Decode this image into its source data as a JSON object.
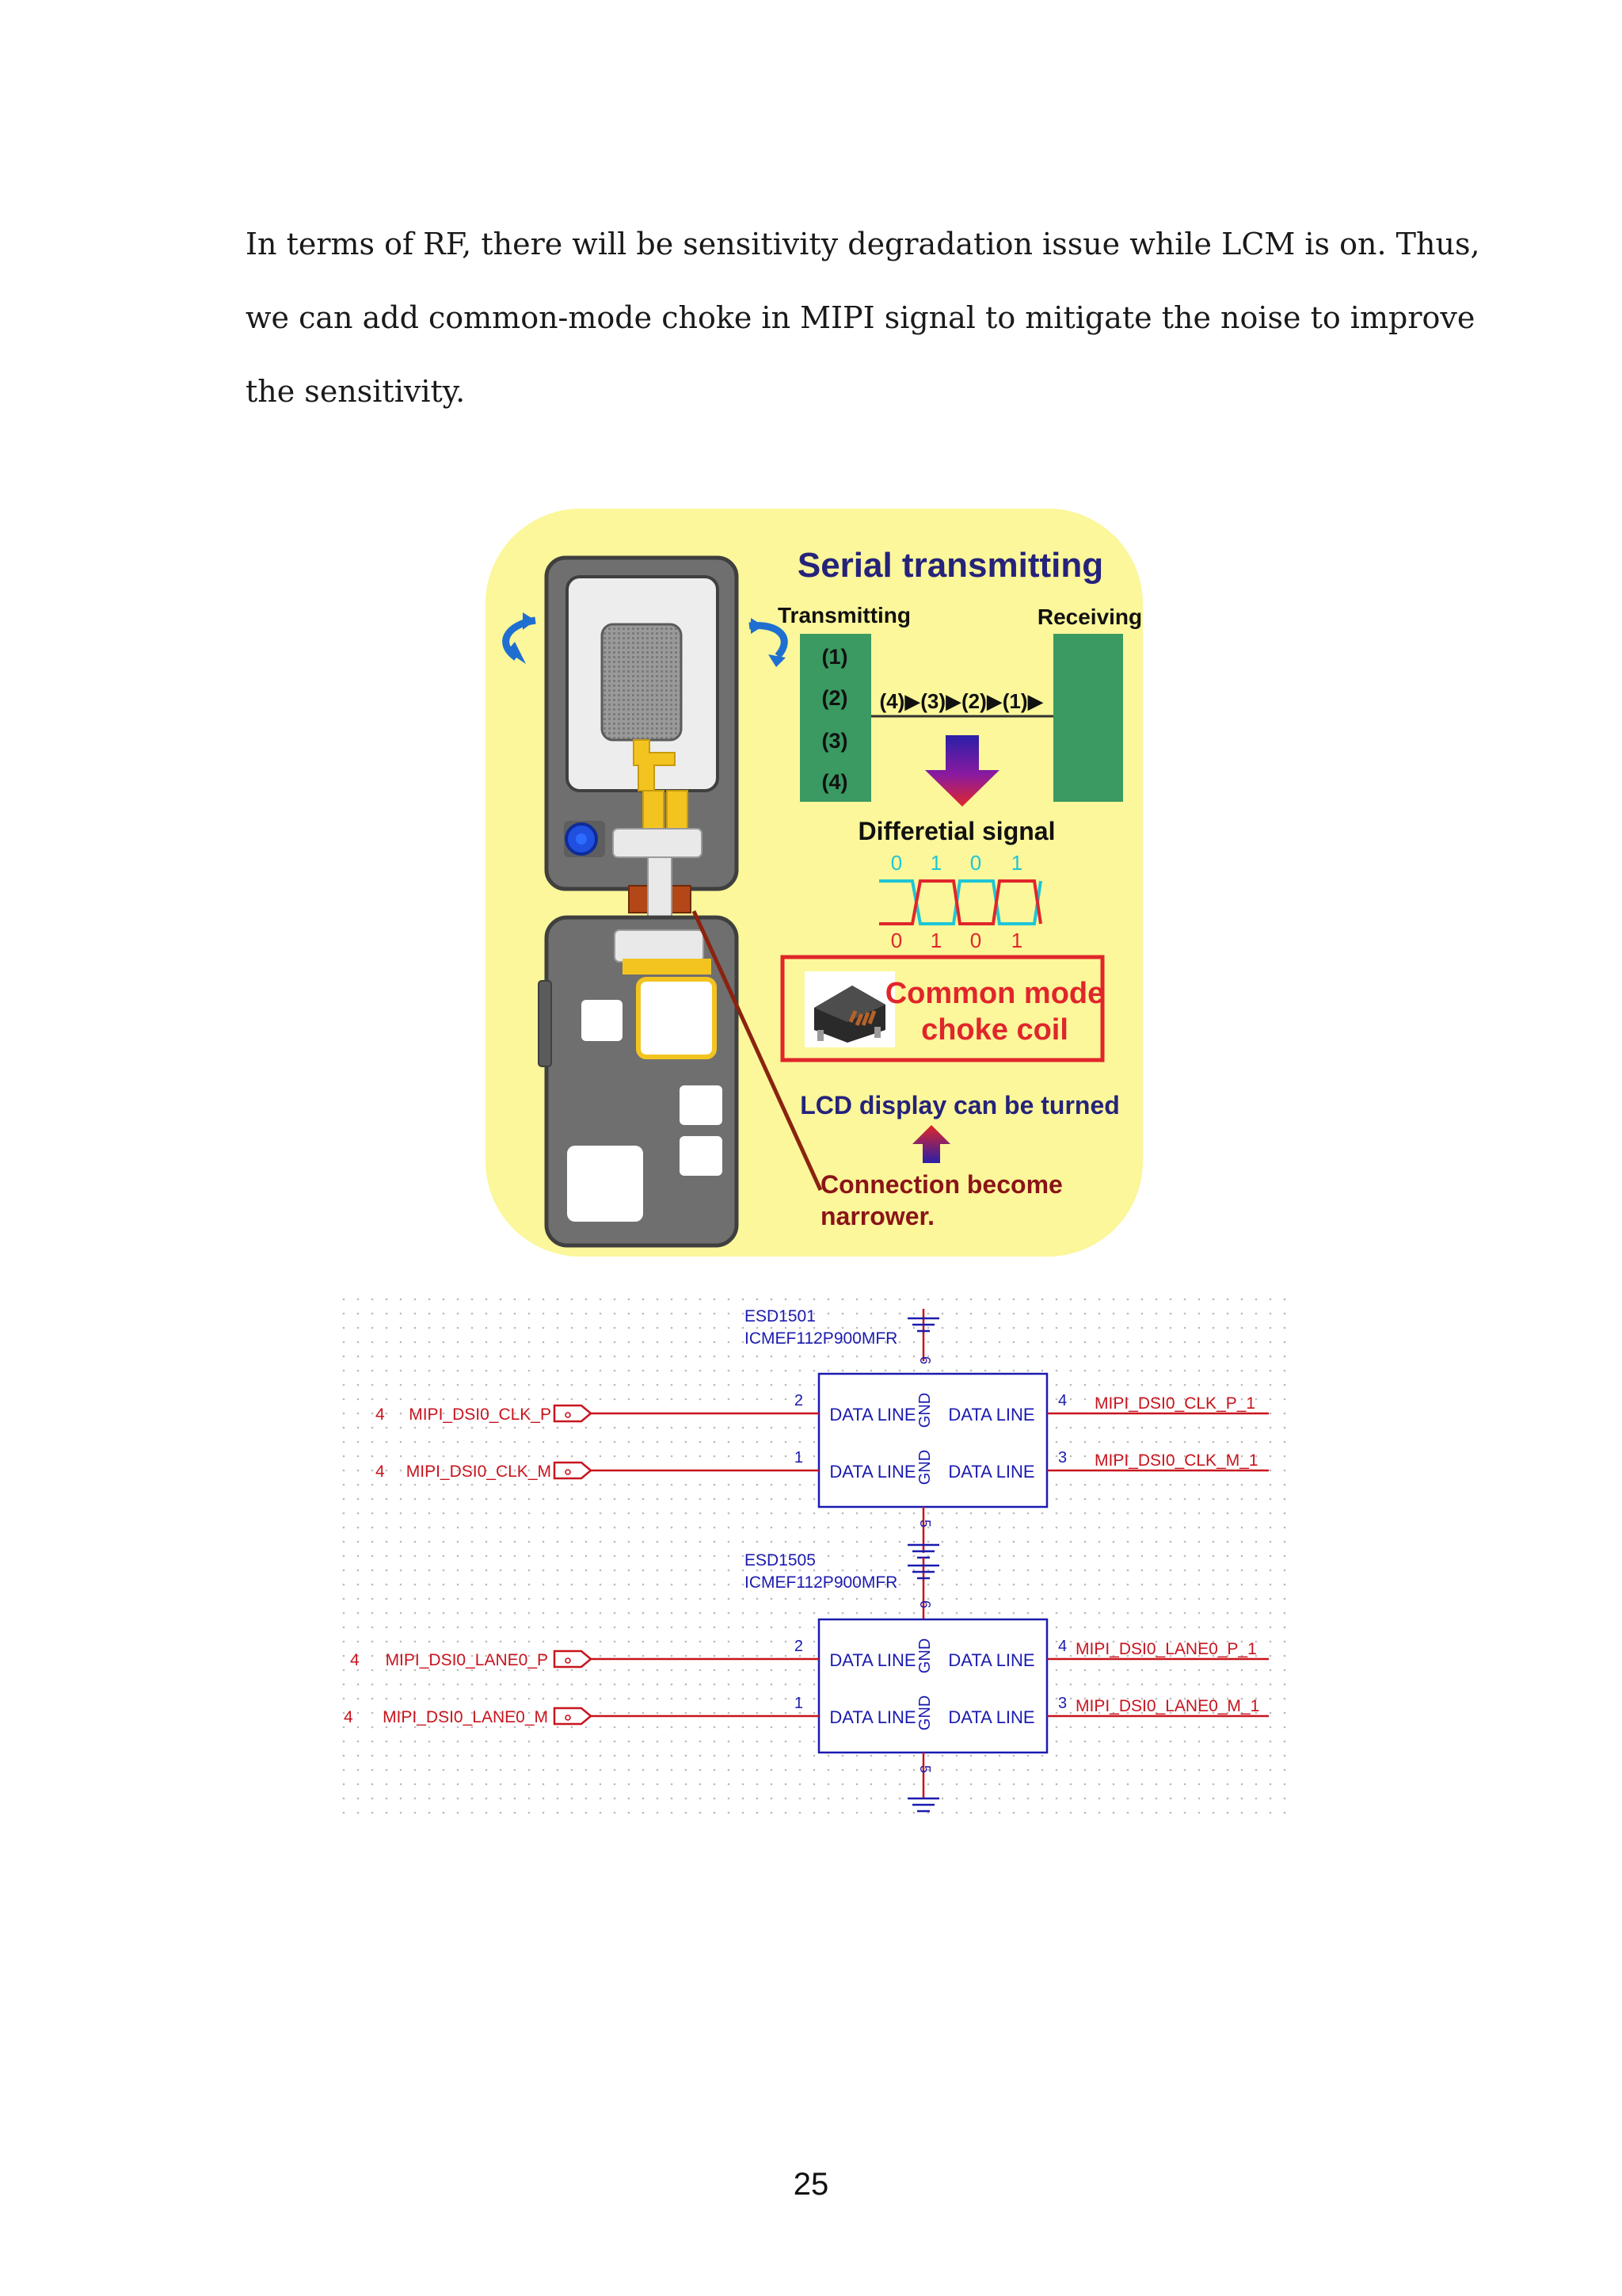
{
  "paragraph": {
    "line1": "In terms of RF, there will be sensitivity degradation issue while LCM is on. Thus,",
    "line2": "we can add common-mode choke in MIPI signal to mitigate the noise to improve",
    "line3": "the sensitivity."
  },
  "illustration": {
    "title": "Serial transmitting",
    "transmitting": "Transmitting",
    "receiving": "Receiving",
    "slots": [
      "(1)",
      "(2)",
      "(3)",
      "(4)"
    ],
    "sequence": "(4)▶(3)▶(2)▶(1)▶",
    "differential_label": "Differetial signal",
    "bits_top": [
      "0",
      "1",
      "0",
      "1"
    ],
    "bits_bottom": [
      "0",
      "1",
      "0",
      "1"
    ],
    "choke_line1": "Common mode",
    "choke_line2": "choke coil",
    "lcd_text": "LCD display can be turned",
    "connection_line1": "Connection become",
    "connection_line2": "narrower.",
    "colors": {
      "background": "#fbf79a",
      "green": "#3a9a62",
      "red": "#e0262b",
      "navy": "#25237a",
      "blue_arrow": "#1f6fd0"
    }
  },
  "schematic": {
    "parts": [
      {
        "ref": "ESD1501",
        "part_no": "ICMEF112P900MFR",
        "pin_top": "6",
        "pin_bottom": "5",
        "pins_left": [
          "2",
          "1"
        ],
        "pins_right": [
          "4",
          "3"
        ],
        "body_label_left": "DATA LINE",
        "body_label_right": "DATA LINE",
        "gnd_label": "GND",
        "nets_left": [
          "MIPI_DSI0_CLK_P",
          "MIPI_DSI0_CLK_M"
        ],
        "nets_left_prefix": [
          "4",
          "4"
        ],
        "nets_right": [
          "MIPI_DSI0_CLK_P_1",
          "MIPI_DSI0_CLK_M_1"
        ]
      },
      {
        "ref": "ESD1505",
        "part_no": "ICMEF112P900MFR",
        "pin_top": "6",
        "pin_bottom": "5",
        "pins_left": [
          "2",
          "1"
        ],
        "pins_right": [
          "4",
          "3"
        ],
        "body_label_left": "DATA LINE",
        "body_label_right": "DATA LINE",
        "gnd_label": "GND",
        "nets_left": [
          "MIPI_DSI0_LANE0_P",
          "MIPI_DSI0_LANE0_M"
        ],
        "nets_left_prefix": [
          "4",
          "4"
        ],
        "nets_right": [
          "MIPI_DSI0_LANE0_P_1",
          "MIPI_DSI0_LANE0_M_1"
        ]
      }
    ],
    "colors": {
      "wire": "#c8141e",
      "part": "#1b1bb0",
      "text": "#1b1bb0"
    }
  },
  "page_number": "25"
}
